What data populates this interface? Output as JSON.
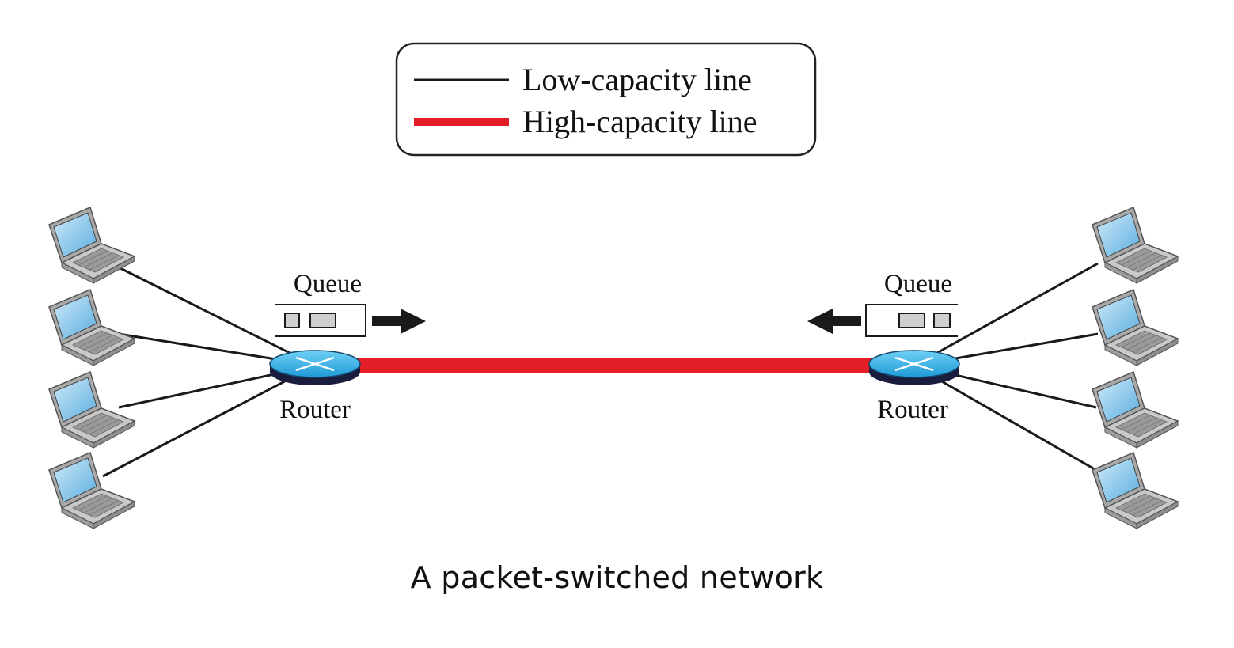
{
  "legend": {
    "low_label": "Low-capacity line",
    "high_label": "High-capacity line"
  },
  "routers": {
    "left": {
      "label": "Router",
      "queue_label": "Queue",
      "queued_packets": 2
    },
    "right": {
      "label": "Router",
      "queue_label": "Queue",
      "queued_packets": 2
    }
  },
  "hosts": {
    "left_count": 4,
    "right_count": 4,
    "icon": "laptop-icon"
  },
  "caption": "A packet-switched network",
  "colors": {
    "high_capacity_line": "#e41e26",
    "low_capacity_line": "#1a1a1a",
    "router_top": "#29a9df",
    "router_base": "#1b1d3f",
    "laptop_screen": "#7fc3ea",
    "laptop_body": "#b9b9b9",
    "packet_fill": "#cfcfcf"
  }
}
